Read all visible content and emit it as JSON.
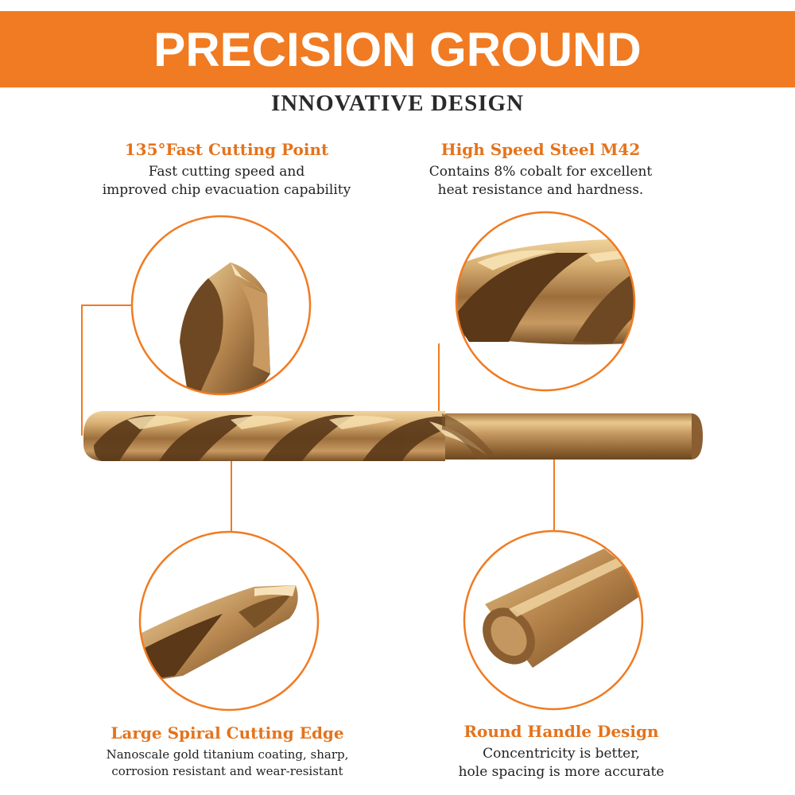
{
  "colors": {
    "accent": "#F07B22",
    "bronze_light": "#E8C68A",
    "bronze_mid": "#B88850",
    "bronze_dark": "#5E3C1C",
    "text_dark": "#222222"
  },
  "banner": {
    "title": "PRECISION GROUND"
  },
  "subtitle": "INNOVATIVE DESIGN",
  "features": {
    "cutting_point": {
      "title": "135°Fast Cutting Point",
      "lines": [
        "Fast cutting speed and",
        "improved chip evacuation capability"
      ]
    },
    "steel": {
      "title": "High Speed Steel M42",
      "lines": [
        "Contains 8% cobalt for excellent",
        "heat resistance and hardness."
      ]
    },
    "spiral": {
      "title": "Large Spiral Cutting Edge",
      "lines": [
        "Nanoscale gold titanium coating, sharp,",
        "corrosion resistant and wear-resistant"
      ]
    },
    "handle": {
      "title": "Round Handle Design",
      "lines": [
        "Concentricity is better,",
        "hole spacing is more accurate"
      ]
    }
  },
  "icons": {
    "drill": "drill-bit-icon",
    "tip": "drill-tip-closeup-icon",
    "flute": "drill-flute-closeup-icon",
    "spiral": "spiral-edge-closeup-icon",
    "shank": "round-shank-closeup-icon"
  }
}
